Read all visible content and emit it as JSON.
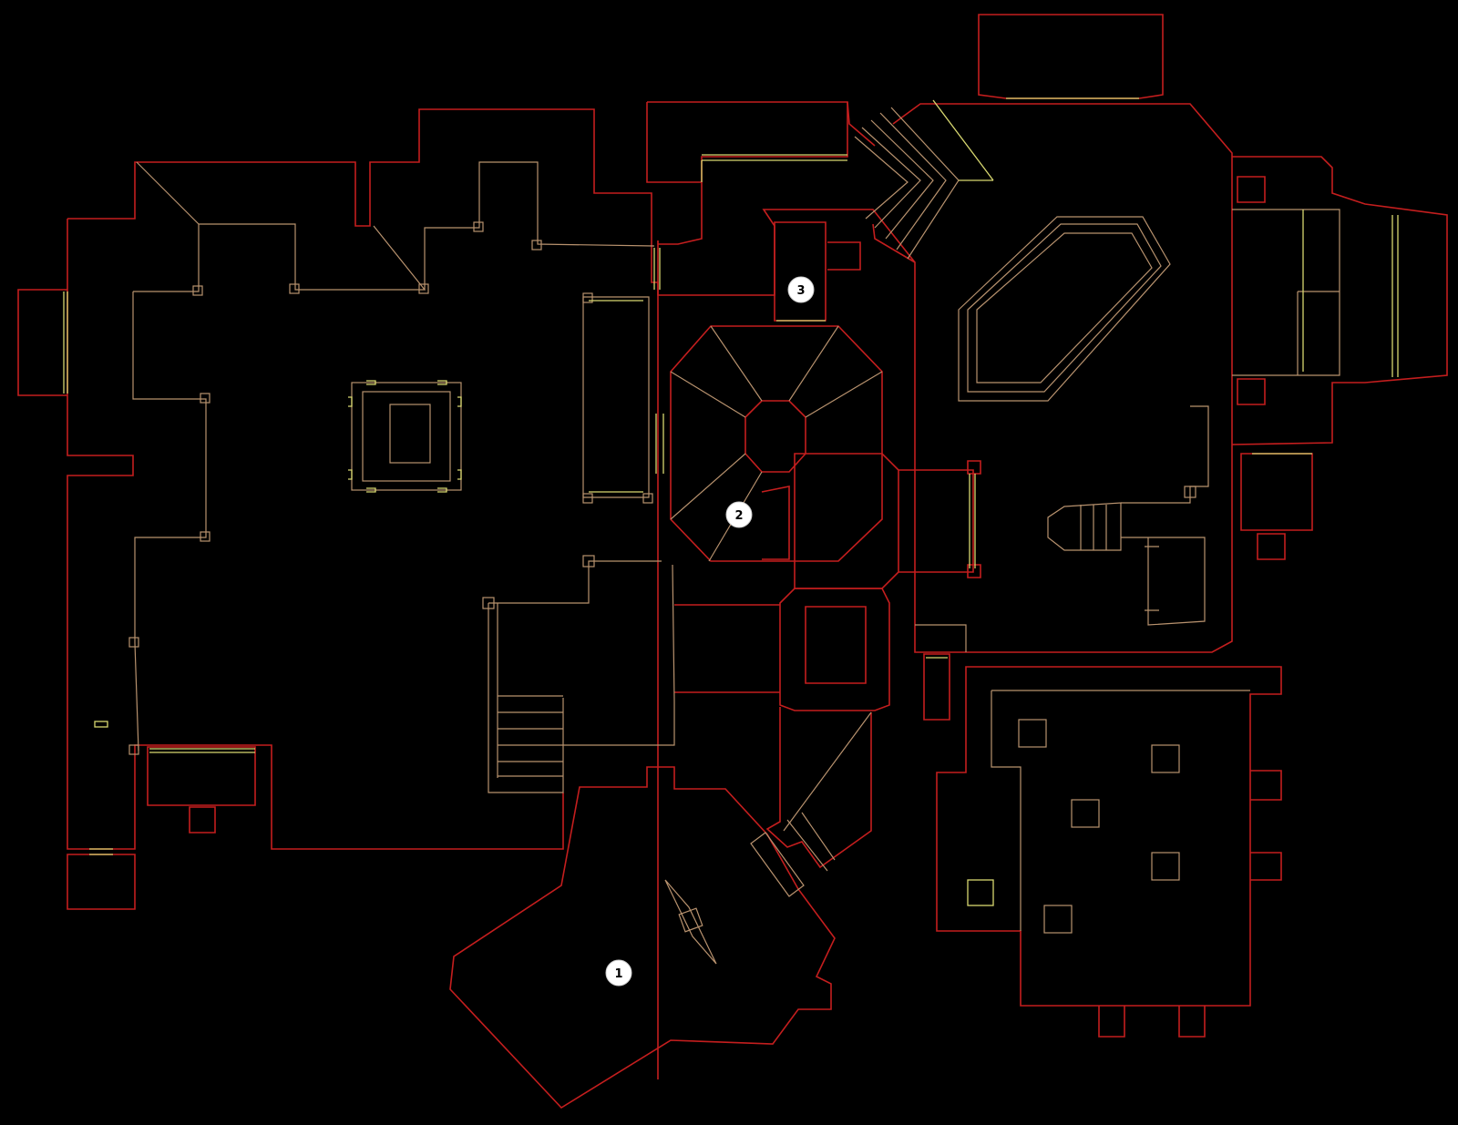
{
  "colors": {
    "background": "#000000",
    "wall": "#c41e1e",
    "step": "#b8926e",
    "door": "#d8d870",
    "marker_fill": "#ffffff",
    "marker_text": "#000000"
  },
  "map_markers": [
    {
      "id": "marker-1",
      "label": "1"
    },
    {
      "id": "marker-2",
      "label": "2"
    },
    {
      "id": "marker-3",
      "label": "3"
    }
  ]
}
